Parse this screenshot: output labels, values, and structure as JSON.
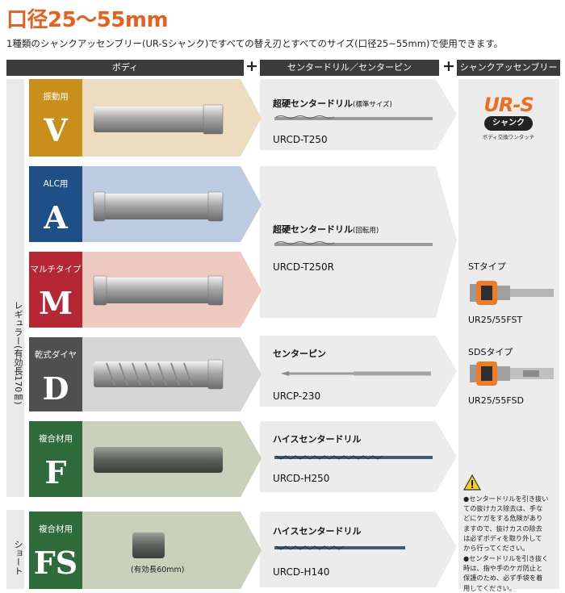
{
  "title": "口径25～55mm",
  "subtitle": "1種類のシャンクアッセンブリー(UR-Sシャンク)ですべての替え刃とすべてのサイズ(口径25~55mm)で使用できます。",
  "headers": {
    "body": "ボディ",
    "plus": "+",
    "center": "センタードリル／センターピン",
    "shank": "シャンクアッセンブリー"
  },
  "sidebar": {
    "regular": "レギュラー(有効長170㎜)",
    "short": "ショート"
  },
  "bodies": [
    {
      "use": "振動用",
      "letter": "V",
      "color": "#c8901a",
      "bg": "#eddcc0"
    },
    {
      "use": "ALC用",
      "letter": "A",
      "color": "#1e4f86",
      "bg": "#bccbdf"
    },
    {
      "use": "マルチタイプ",
      "letter": "M",
      "color": "#b52734",
      "bg": "#eec9c0"
    },
    {
      "use": "乾式ダイヤ",
      "letter": "D",
      "color": "#4f4f4f",
      "bg": "#d6d6d6"
    },
    {
      "use": "複合材用",
      "letter": "F",
      "color": "#2f6b3a",
      "bg": "#c9d1bc"
    },
    {
      "use": "複合材用",
      "letter": "FS",
      "color": "#2f6b3a",
      "bg": "#c9d1bc"
    }
  ],
  "fs_caption": "(有効長60mm)",
  "accessories": [
    {
      "title": "超硬センタードリル",
      "note": "(標準サイズ)",
      "code": "URCD-T250"
    },
    {
      "title": "超硬センタードリル",
      "note": "(回転用)",
      "code": "URCD-T250R"
    },
    {
      "title": "センターピン",
      "note": "",
      "code": "URCP-230"
    },
    {
      "title": "ハイスセンタードリル",
      "note": "",
      "code": "URCD-H250"
    },
    {
      "title": "ハイスセンタードリル",
      "note": "",
      "code": "URCD-H140"
    }
  ],
  "shank": {
    "logo_main": "UR-S",
    "logo_sub": "シャンク",
    "logo_small": "ボディ交換ワンタッチ",
    "st_label": "STタイプ",
    "st_code": "UR25/55FST",
    "sds_label": "SDSタイプ",
    "sds_code": "UR25/55FSD"
  },
  "warnings": [
    [
      "●センタードリルを引き抜い",
      "ての抜けカス除去は、手な",
      "どにケガをする危険があり",
      "ますので、抜けカスの除去",
      "は必ずボディを取り外して",
      "から行ってください。"
    ],
    [
      "●センタードリルを引き抜く",
      "時は、指や手のケガ防止と",
      "保護のため、必ず手袋を着",
      "用してください。"
    ]
  ],
  "colors": {
    "accent": "#e8601c",
    "header_bg": "#3c3c3c",
    "sidebar_bg": "#e9e9e9",
    "chevron_bg": "#ececec"
  }
}
